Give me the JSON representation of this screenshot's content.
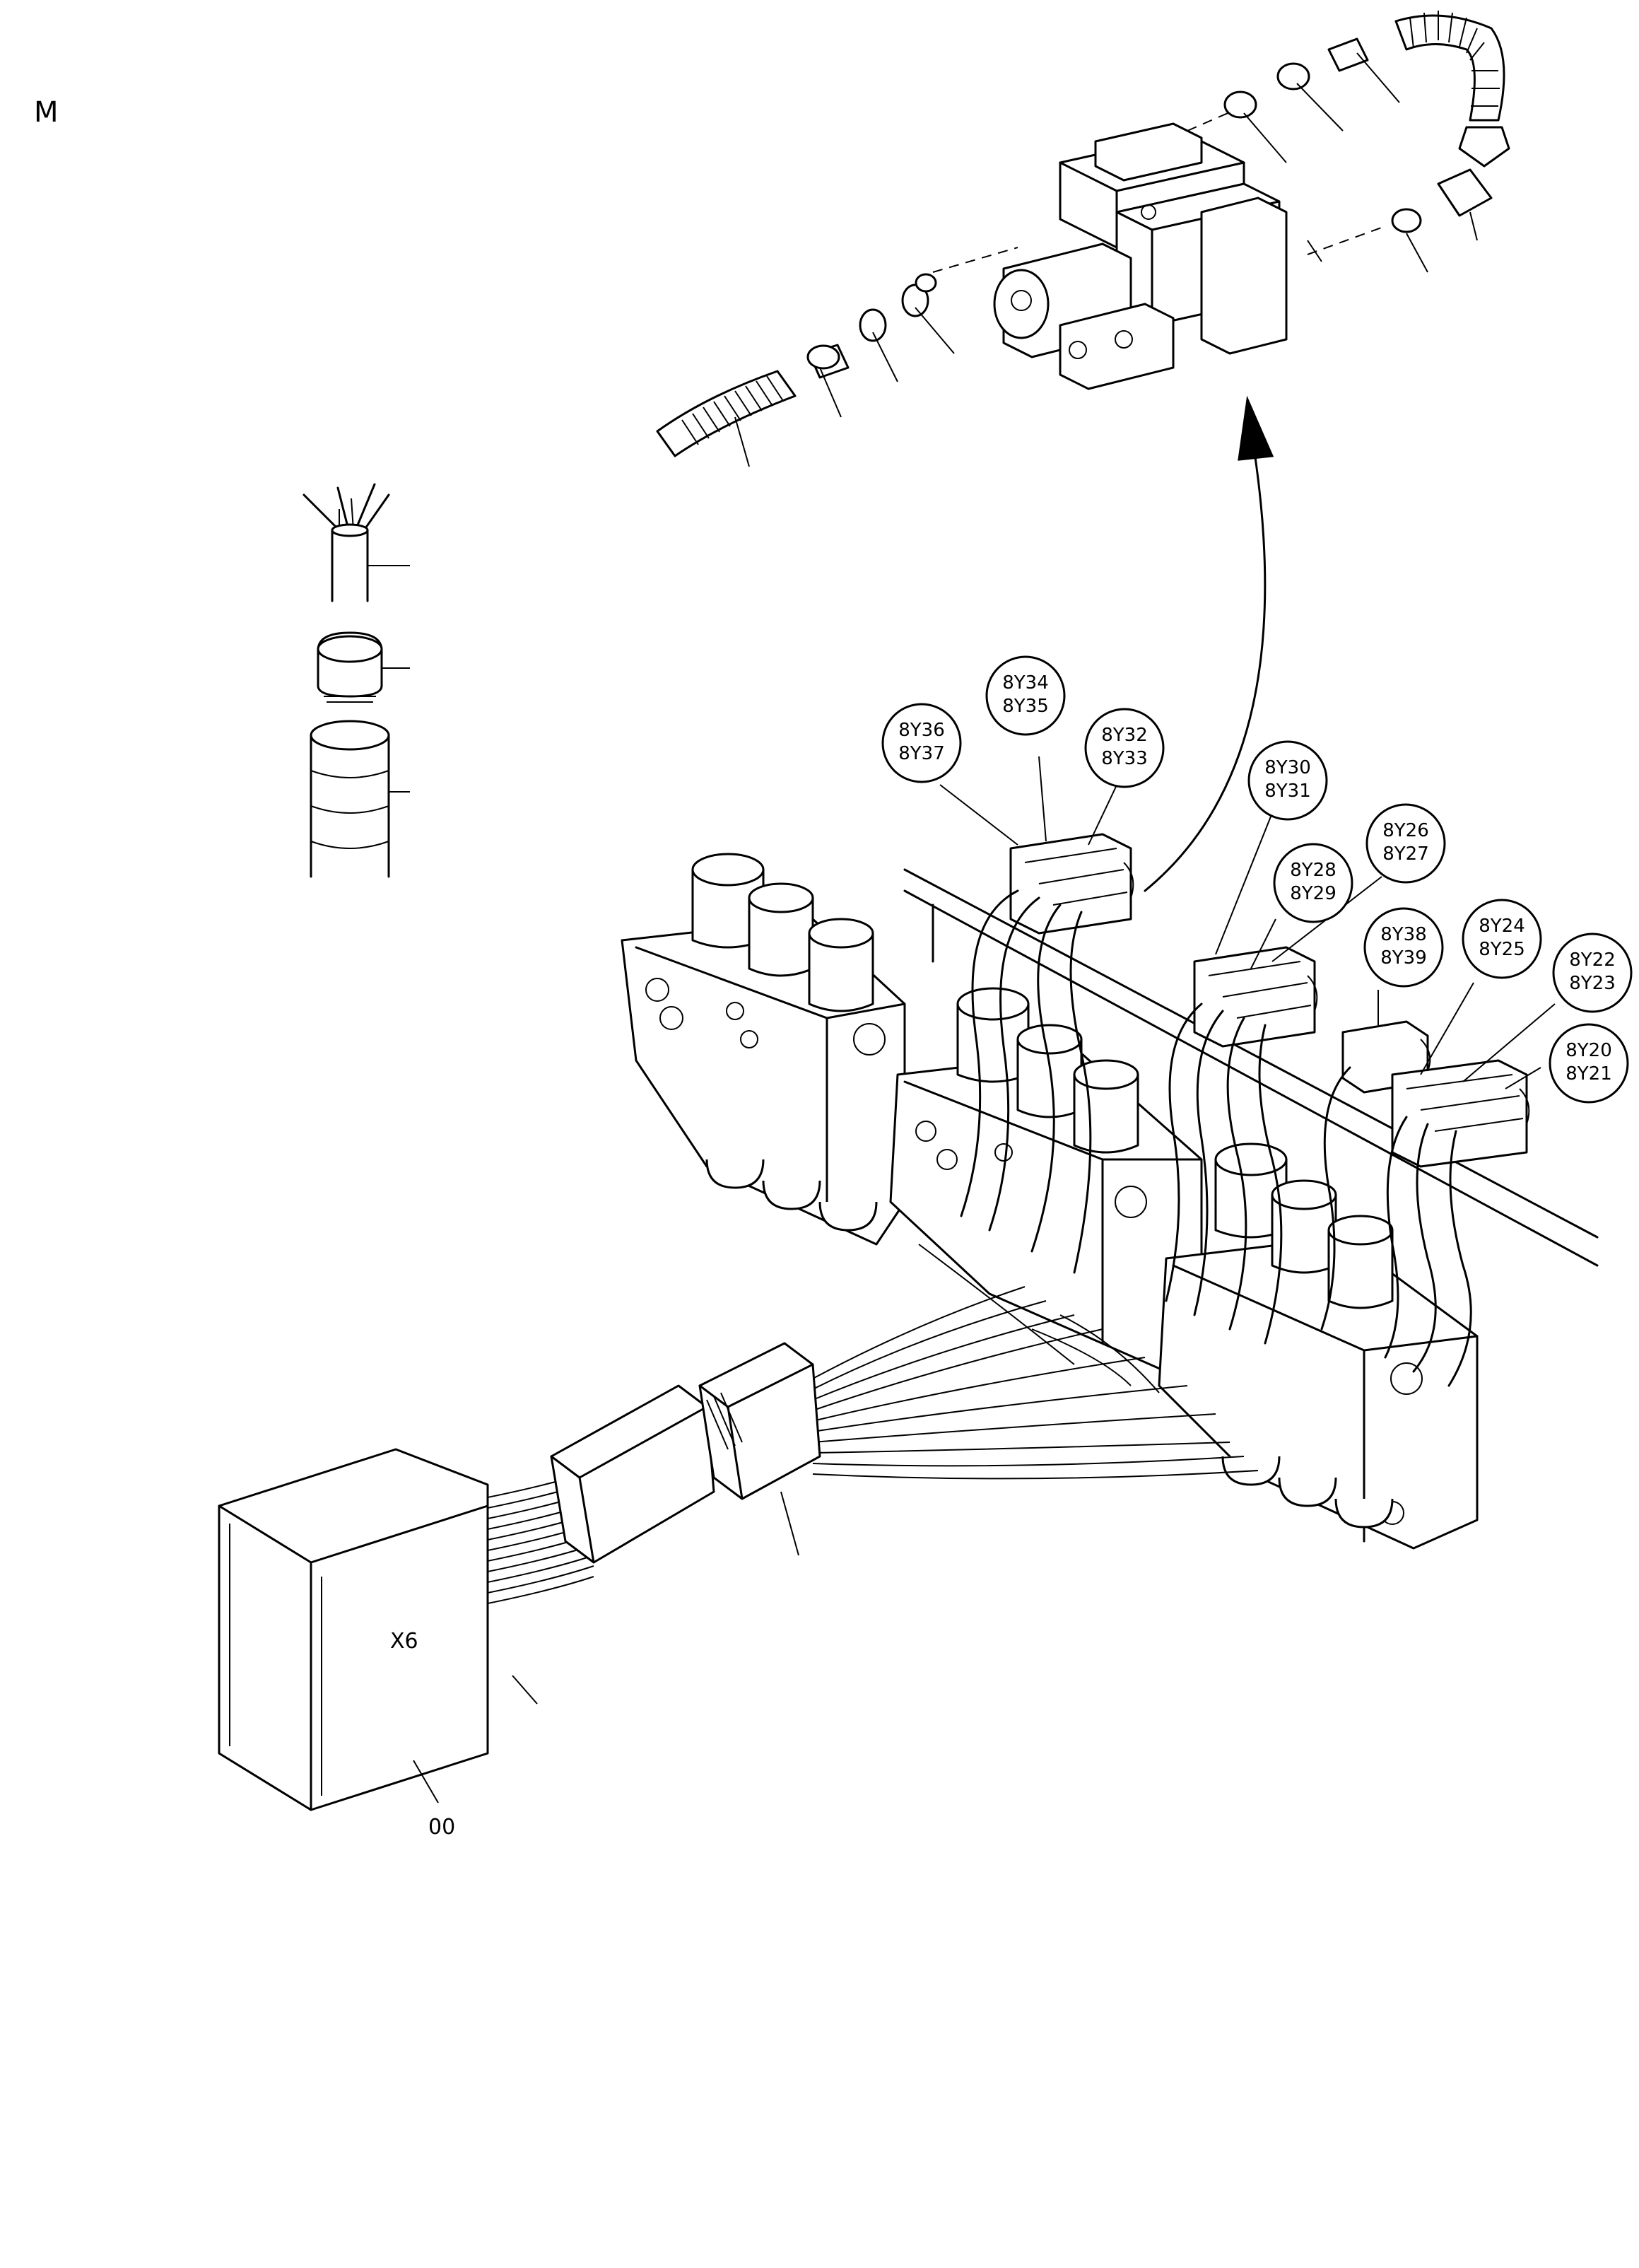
{
  "page_letter": "M",
  "connector_label": "X6",
  "connector_ref": "00",
  "callouts": [
    {
      "id": "c1",
      "lines": [
        "8Y36",
        "8Y37"
      ]
    },
    {
      "id": "c2",
      "lines": [
        "8Y34",
        "8Y35"
      ]
    },
    {
      "id": "c3",
      "lines": [
        "8Y32",
        "8Y33"
      ]
    },
    {
      "id": "c4",
      "lines": [
        "8Y30",
        "8Y31"
      ]
    },
    {
      "id": "c5",
      "lines": [
        "8Y26",
        "8Y27"
      ]
    },
    {
      "id": "c6",
      "lines": [
        "8Y28",
        "8Y29"
      ]
    },
    {
      "id": "c7",
      "lines": [
        "8Y38",
        "8Y39"
      ]
    },
    {
      "id": "c8",
      "lines": [
        "8Y24",
        "8Y25"
      ]
    },
    {
      "id": "c9",
      "lines": [
        "8Y22",
        "8Y23"
      ]
    },
    {
      "id": "c10",
      "lines": [
        "8Y20",
        "8Y21"
      ]
    }
  ]
}
